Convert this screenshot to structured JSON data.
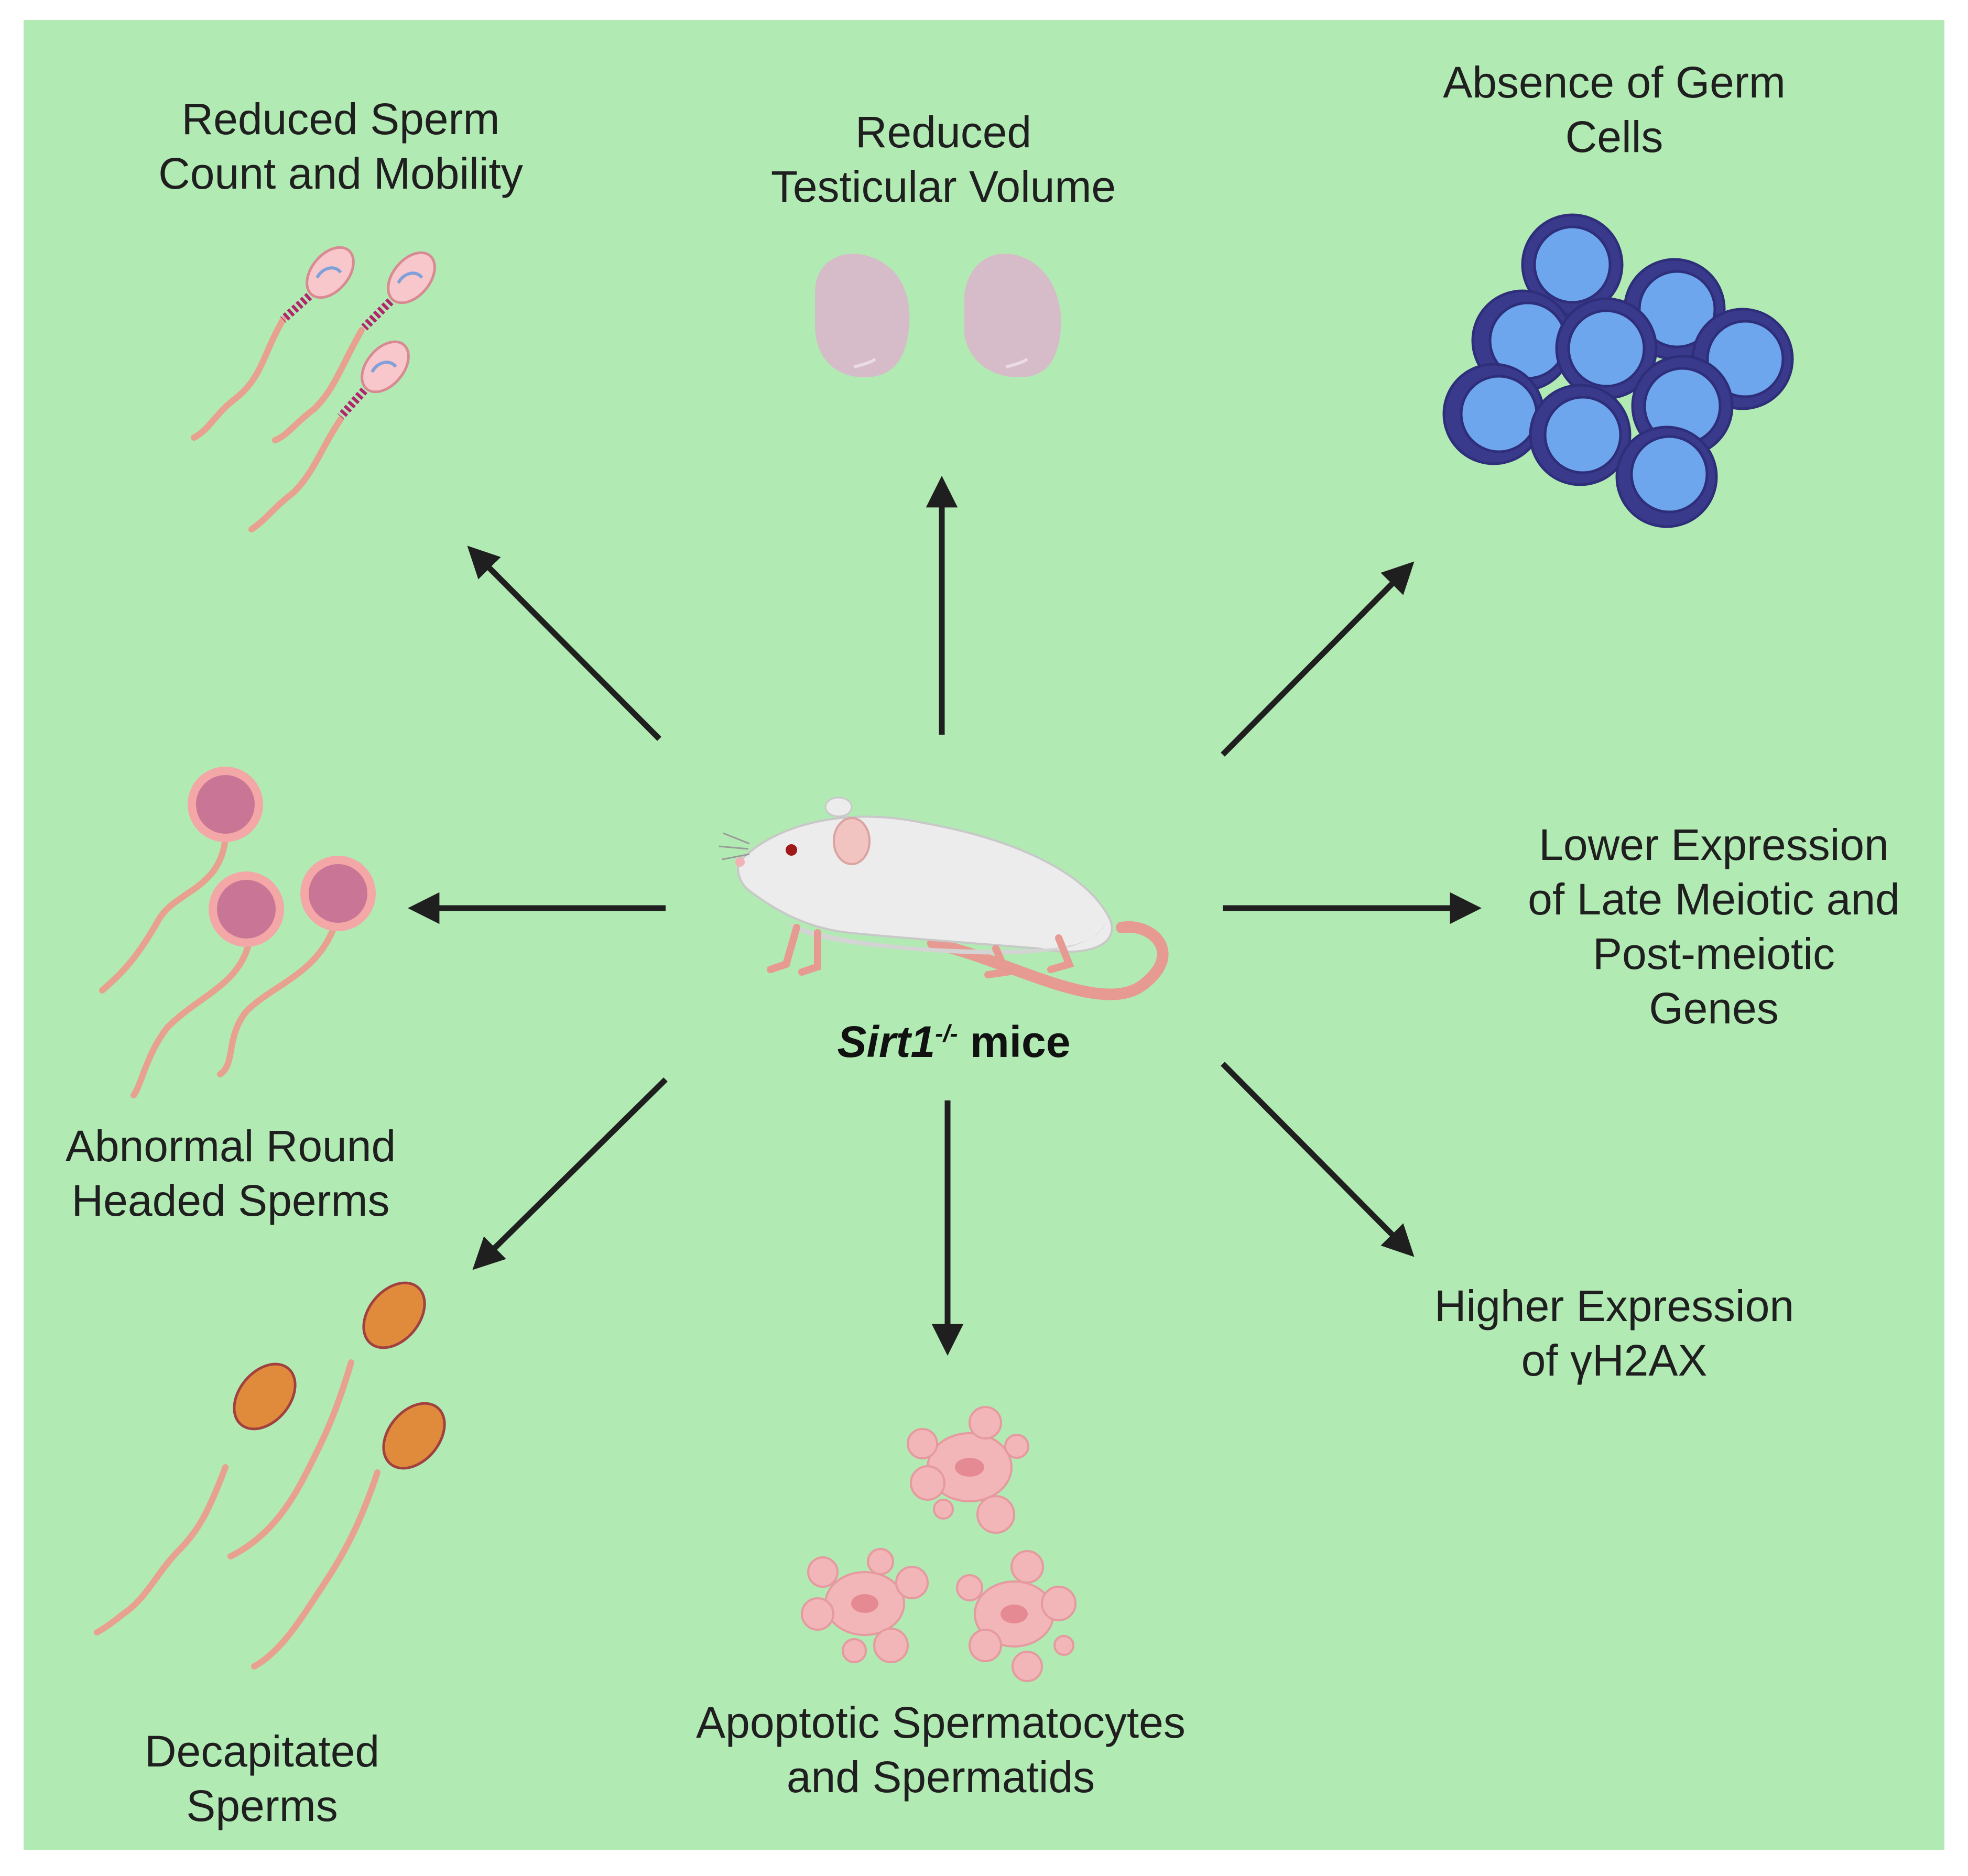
{
  "center": {
    "gene": "Sirt1",
    "genotype": "-/-",
    "suffix": " mice"
  },
  "outcomes": {
    "reduced_sperm": [
      "Reduced Sperm",
      "Count and Mobility"
    ],
    "reduced_testicular": [
      "Reduced",
      "Testicular Volume"
    ],
    "absence_germ": [
      "Absence of Germ",
      "Cells"
    ],
    "lower_expression": [
      "Lower Expression",
      "of Late Meiotic and",
      "Post-meiotic",
      "Genes"
    ],
    "higher_expression": [
      "Higher Expression",
      "of γH2AX"
    ],
    "apoptotic": [
      "Apoptotic Spermatocytes",
      "and Spermatids"
    ],
    "decapitated": [
      "Decapitated",
      "Sperms"
    ],
    "round_headed": [
      "Abnormal Round",
      "Headed Sperms"
    ]
  },
  "colors": {
    "background": "#b2eab4",
    "arrow": "#1f1f1f",
    "germ_cell_outer": "#3a3a8c",
    "germ_cell_inner": "#6ea6ee",
    "sperm_tail": "#e8a08f",
    "round_head": "#c97596",
    "decap_head": "#e08a3c",
    "apoptotic": "#f2b5b8",
    "testis": "#d6bcc8"
  },
  "icons": {
    "mouse": "mouse-icon",
    "sperm": "sperm-icon",
    "testis": "testis-icon",
    "germ_cells": "germ-cells-icon",
    "round_sperm": "round-headed-sperm-icon",
    "decapitated_sperm": "decapitated-sperm-icon",
    "apoptotic_cells": "apoptotic-cells-icon"
  }
}
